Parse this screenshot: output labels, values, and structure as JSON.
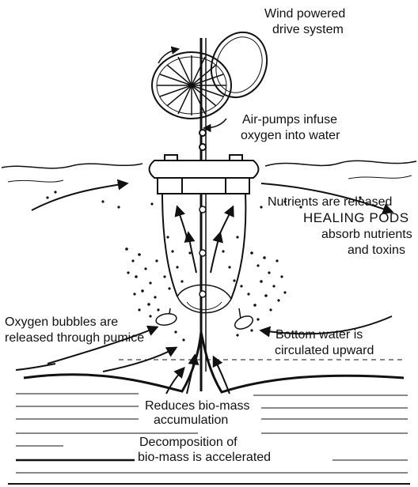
{
  "labels": {
    "wind": [
      "Wind powered",
      "drive system"
    ],
    "air": [
      "Air-pumps infuse",
      "oxygen into water"
    ],
    "nutrients": "Nutrients are released",
    "pods": "HEALING PODS",
    "absorb": [
      "absorb nutrients",
      "and toxins"
    ],
    "oxygen": [
      "Oxygen bubbles are",
      "released through pumice"
    ],
    "bottom": [
      "Bottom water is",
      "circulated upward"
    ],
    "reduces": [
      "Reduces bio-mass",
      "accumulation"
    ],
    "decomp": [
      "Decomposition of",
      "bio-mass is accelerated"
    ]
  },
  "colors": {
    "ink": "#111111",
    "paper": "#ffffff"
  }
}
